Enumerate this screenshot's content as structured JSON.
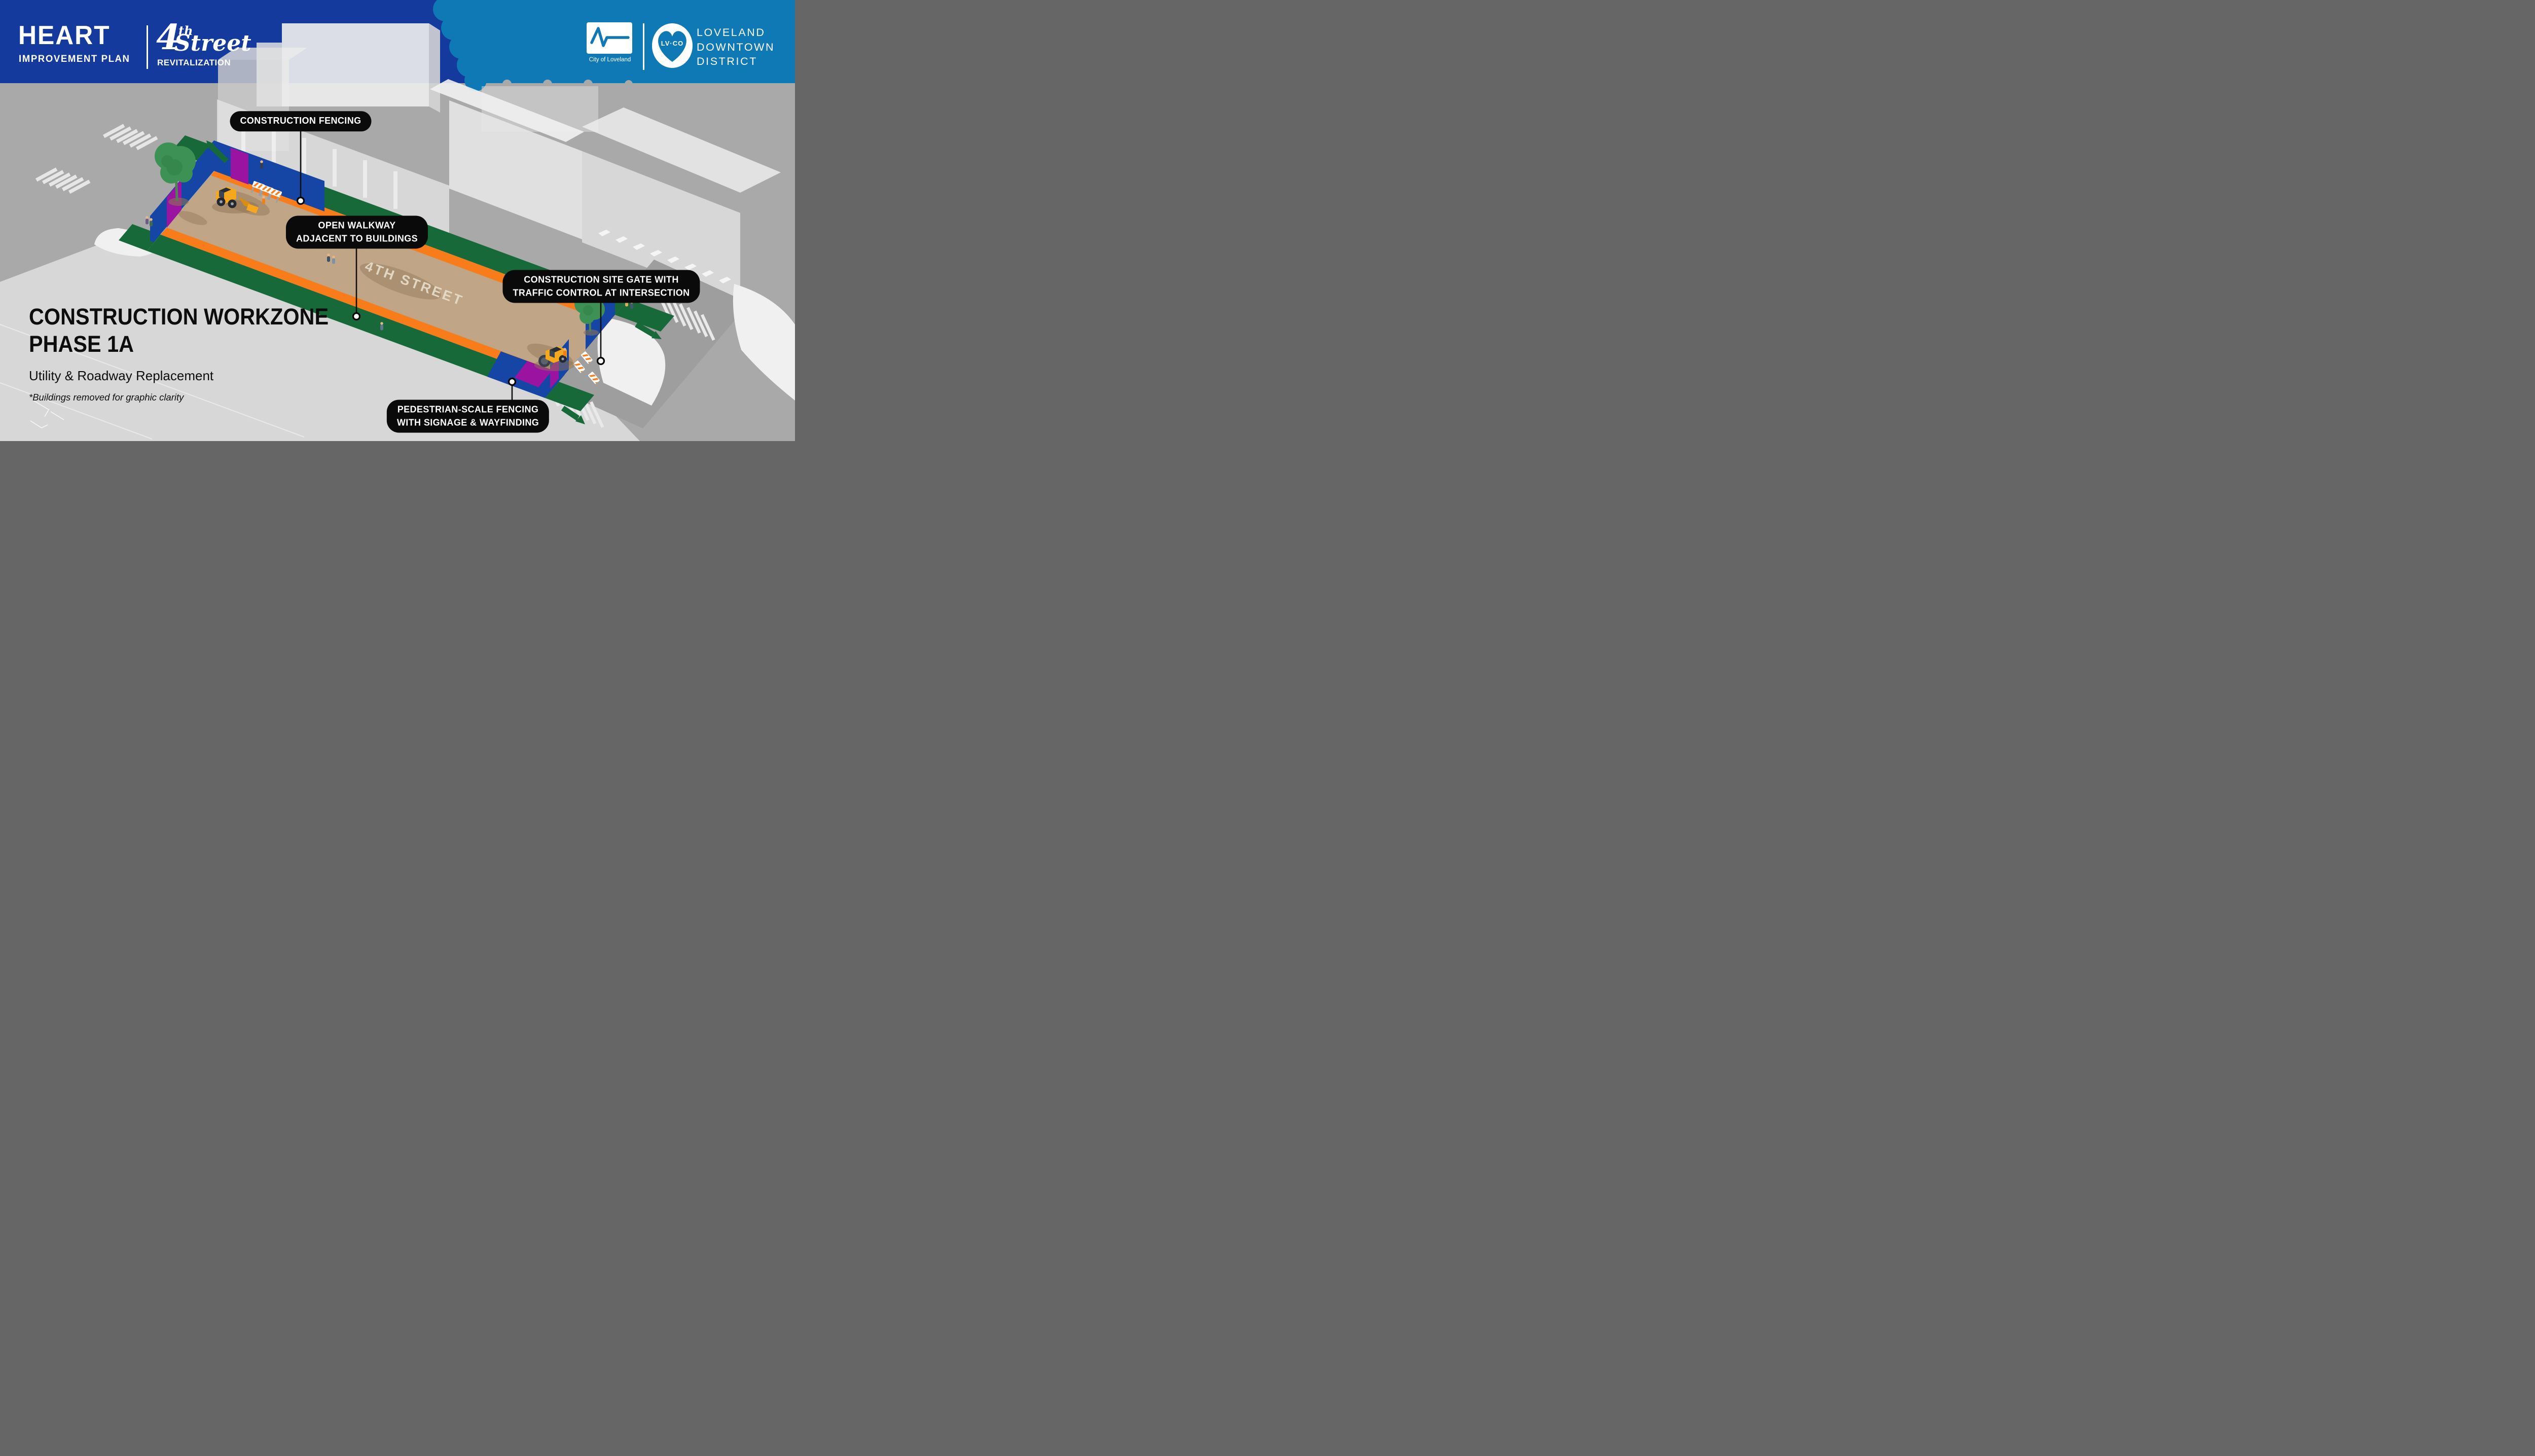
{
  "colors": {
    "bg": "#a9a9a9",
    "fg_gray": "#d7d7d7",
    "road_gray": "#9e9e9e",
    "sidewalk": "#f0f0f0",
    "dirt": "#bfa383",
    "dirt_dark": "#8d7354",
    "green": "#17693a",
    "orange": "#f87d1a",
    "blue": "#1545a5",
    "purple": "#9b14a1",
    "tree": "#3e9154",
    "tree_dark": "#2a7a42",
    "yellow": "#f5a81e",
    "label_cream": "#e7ddcb",
    "banner_dark": "#143a9e",
    "banner_light": "#0e79b4"
  },
  "banner": {
    "heart_title": "HEART",
    "heart_subtitle": "IMPROVEMENT PLAN",
    "street_numeral": "4",
    "street_ordinal": "th",
    "street_name": "Street",
    "street_subtitle": "REVITALIZATION",
    "city_logo_caption": "City of Loveland",
    "district_monogram": "LV·CO",
    "district_lines": [
      "LOVELAND",
      "DOWNTOWN",
      "DISTRICT"
    ]
  },
  "callouts": [
    {
      "id": "construction-fencing",
      "lines": [
        "CONSTRUCTION FENCING"
      ]
    },
    {
      "id": "open-walkway",
      "lines": [
        "OPEN WALKWAY",
        "ADJACENT TO BUILDINGS"
      ]
    },
    {
      "id": "site-gate",
      "lines": [
        "CONSTRUCTION SITE GATE WITH",
        "TRAFFIC CONTROL AT INTERSECTION"
      ]
    },
    {
      "id": "pedestrian-fencing",
      "lines": [
        "PEDESTRIAN-SCALE FENCING",
        "WITH SIGNAGE & WAYFINDING"
      ]
    }
  ],
  "street_label": "4TH STREET",
  "info_panel": {
    "title_line1": "CONSTRUCTION WORKZONE",
    "title_line2": "PHASE 1A",
    "subtitle": "Utility & Roadway Replacement",
    "footnote": "*Buildings removed for graphic clarity"
  }
}
